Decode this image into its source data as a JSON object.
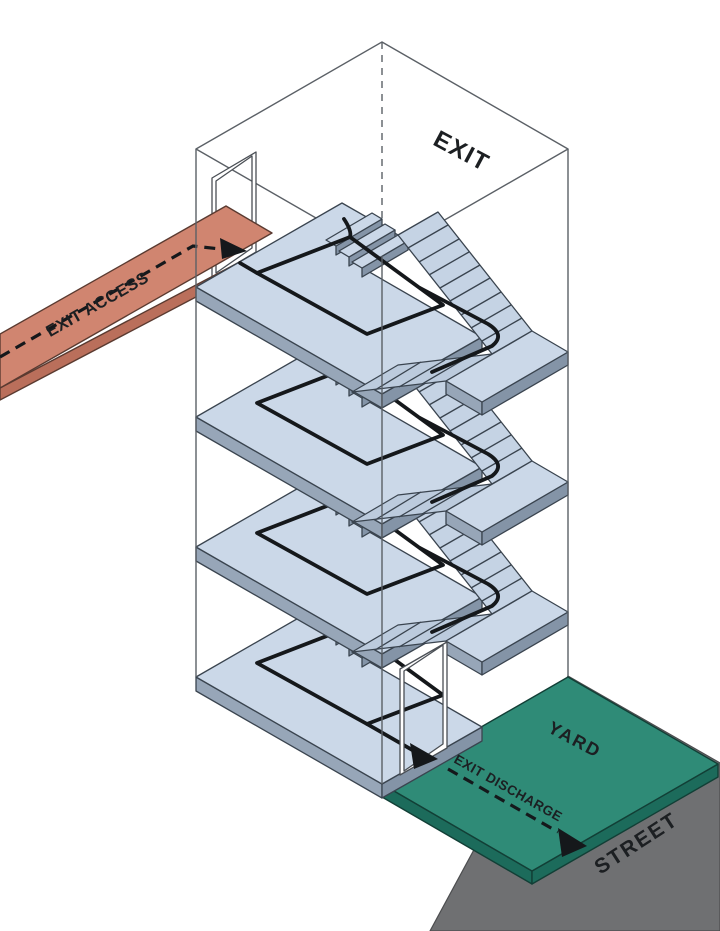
{
  "diagram": {
    "description": "Isometric egress diagram of a four-story exit stair enclosure showing the path of travel from exit access corridor through the exit stair to the exit discharge, yard and street",
    "labels": {
      "exit": "EXIT",
      "exit_access": "EXIT ACCESS",
      "yard": "YARD",
      "exit_discharge": "EXIT DISCHARGE",
      "street": "STREET"
    },
    "colors": {
      "background": "#FFFFFF",
      "floor_top": "#CBD8E8",
      "floor_front": "#97A6B8",
      "floor_side": "#8494A7",
      "stair_flight": "#C5D3E4",
      "corridor_top": "#D08570",
      "corridor_side": "#BA6F5B",
      "yard_top": "#2F8B77",
      "yard_side": "#1C6B5B",
      "street": "#6F7072",
      "egress_path": "#15181B",
      "wireframe": "#5B6066"
    },
    "floors": 4
  }
}
